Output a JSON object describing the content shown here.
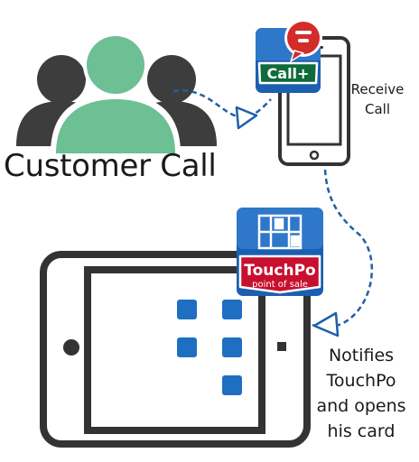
{
  "caption": {
    "customer": "Customer Call",
    "receive": [
      "Receive",
      "Call"
    ],
    "notify": [
      "Notifies",
      "TouchPo",
      "and opens",
      "his card"
    ]
  },
  "apps": {
    "call_plus": {
      "name": "Call+"
    },
    "touchpo": {
      "name": "TouchPo",
      "tagline": "point of sale"
    }
  },
  "colors": {
    "person_front": "#6dbf94",
    "person_back": "#3d3d3d",
    "device_stroke": "#333333",
    "dash_line": "#1f5fa8",
    "tile_blue": "#1e6fc2",
    "callplus_green": "#0f6b3a",
    "callplus_red": "#d42b2b",
    "touchpo_red": "#c8102e",
    "app_blue": "#1b5fb0"
  },
  "icons": [
    "customer-group-icon",
    "smartphone-icon",
    "tablet-icon",
    "call-plus-app-icon",
    "touchpo-app-icon"
  ]
}
